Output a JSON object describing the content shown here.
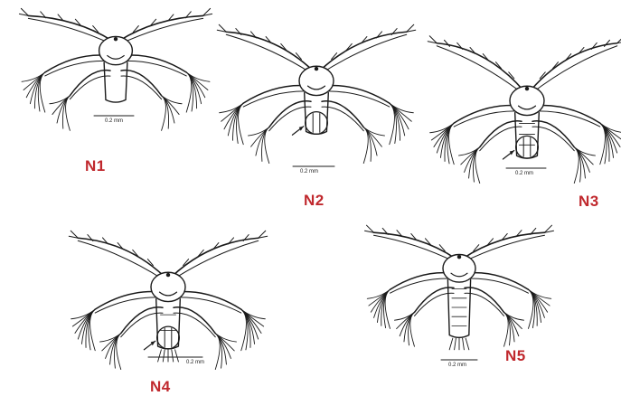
{
  "accent": "#c0282d",
  "ink": "#1a1a1a",
  "stages": [
    {
      "id": "n1",
      "label": "N1",
      "scale": "0.2 mm"
    },
    {
      "id": "n2",
      "label": "N2",
      "scale": "0.2 mm"
    },
    {
      "id": "n3",
      "label": "N3",
      "scale": "0.2 mm"
    },
    {
      "id": "n4",
      "label": "N4",
      "scale": "0.2 mm"
    },
    {
      "id": "n5",
      "label": "N5",
      "scale": "0.2 mm"
    }
  ]
}
